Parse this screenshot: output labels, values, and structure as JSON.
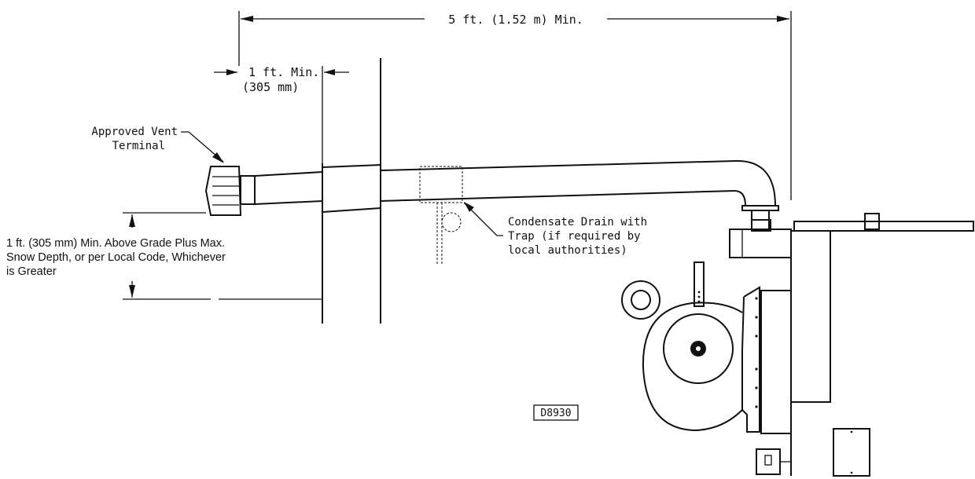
{
  "labels": {
    "min_distance": "5 ft. (1.52 m) Min.",
    "wall_clearance_line1": "1 ft. Min.",
    "wall_clearance_line2": "(305 mm)",
    "vent_terminal_line1": "Approved Vent",
    "vent_terminal_line2": "Terminal",
    "above_grade_line1": "1 ft. (305 mm) Min. Above Grade Plus Max.",
    "above_grade_line2": "Snow Depth, or per Local Code, Whichever",
    "above_grade_line3": "is Greater",
    "condensate_line1": "Condensate Drain with",
    "condensate_line2": "Trap (if required by",
    "condensate_line3": "local authorities)",
    "drawing_id": "D8930"
  },
  "colors": {
    "line": "#111111",
    "background": "#ffffff"
  }
}
